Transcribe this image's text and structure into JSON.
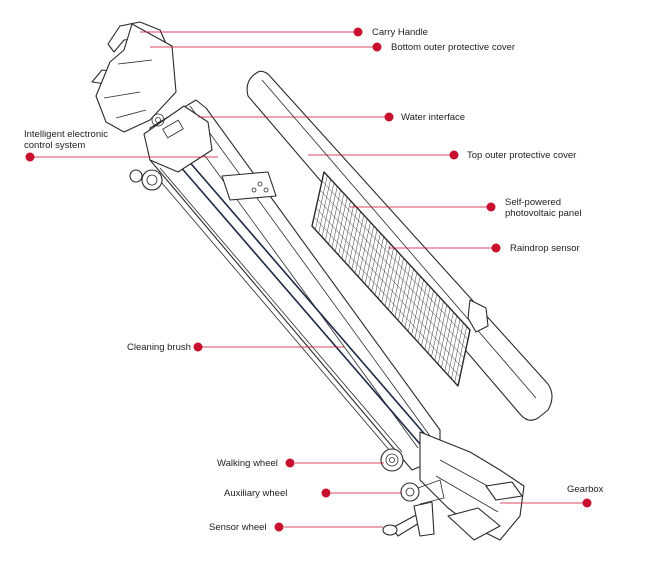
{
  "colors": {
    "accent": "#c8102e",
    "line": "#2a2a2a",
    "rail": "#1d2b45"
  },
  "labels": {
    "carry_handle": "Carry Handle",
    "bottom_cover": "Bottom outer protective cover",
    "water_interface": "Water interface",
    "control_line1": "Intelligent electronic",
    "control_line2": "control system",
    "top_cover": "Top outer protective cover",
    "pv_line1": "Self-powered",
    "pv_line2": "photovoltaic panel",
    "raindrop_sensor": "Raindrop sensor",
    "cleaning_brush": "Cleaning brush",
    "walking_wheel": "Walking wheel",
    "auxiliary_wheel": "Auxiliary wheel",
    "gearbox": "Gearbox",
    "sensor_wheel": "Sensor wheel"
  }
}
